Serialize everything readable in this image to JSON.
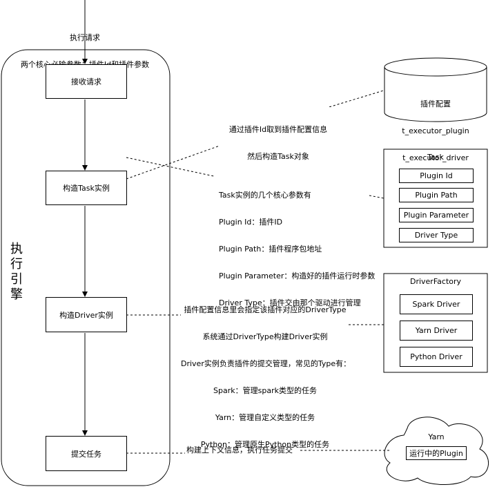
{
  "top_request": {
    "line1": "执行请求",
    "line2": "两个核心必输参数：插件Id和插件参数"
  },
  "engine": {
    "title_chars": [
      "执",
      "行",
      "引",
      "擎"
    ]
  },
  "steps": {
    "receive": "接收请求",
    "build_task": "构造Task实例",
    "build_driver": "构造Driver实例",
    "submit": "提交任务"
  },
  "plugin_config": {
    "title": "插件配置",
    "table1": "t_executor_plugin",
    "table2": "t_executor_driver"
  },
  "notes": {
    "task_fetch": [
      "通过插件Id取到插件配置信息",
      "然后构造Task对象"
    ],
    "task_params": [
      "Task实例的几个核心参数有",
      "Plugin Id：插件ID",
      "Plugin Path：插件程序包地址",
      "Plugin Parameter：构造好的插件运行时参数",
      "Driver Type：插件交由那个驱动进行管理"
    ],
    "driver_desc": [
      "插件配置信息里会指定该插件对应的DriverType",
      "系统通过DriverType构建Driver实例",
      "Driver实例负责插件的提交管理，常见的Type有：",
      "Spark：管理spark类型的任务",
      "Yarn：管理自定义类型的任务",
      "Python：管理原生Python类型的任务"
    ],
    "submit_desc": "构建上下文信息，执行任务提交"
  },
  "task_panel": {
    "title": "Task",
    "fields": [
      "Plugin Id",
      "Plugin Path",
      "Plugin Parameter",
      "Driver Type"
    ]
  },
  "driver_factory": {
    "title": "DriverFactory",
    "drivers": [
      "Spark Driver",
      "Yarn Driver",
      "Python Driver"
    ]
  },
  "yarn_cloud": {
    "title": "Yarn",
    "running": "运行中的Plugin"
  }
}
